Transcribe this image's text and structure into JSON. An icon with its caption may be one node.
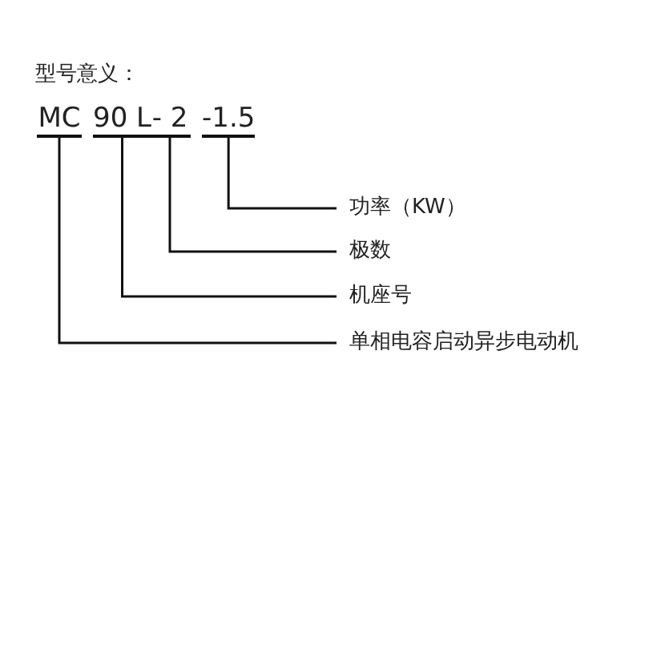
{
  "diagram": {
    "title": "型号意义：",
    "nodes": [
      {
        "text": [
          "MC"
        ]
      },
      {
        "text": [
          "90 L"
        ]
      },
      {
        "text": [
          "- 2"
        ]
      },
      {
        "text": [
          "-1.5"
        ]
      },
      {
        "text": [
          "功率（KW）"
        ]
      },
      {
        "text": [
          "极数"
        ]
      },
      {
        "text": [
          "机座号"
        ]
      },
      {
        "text": [
          "单相电容启动异步电动机"
        ]
      }
    ],
    "edges": [
      {
        "from": 4,
        "to": 3,
        "arrow": "none"
      },
      {
        "from": 5,
        "to": 2,
        "arrow": "none"
      },
      {
        "from": 6,
        "to": 1,
        "arrow": "none"
      },
      {
        "from": 7,
        "to": 0,
        "arrow": "none"
      }
    ]
  }
}
